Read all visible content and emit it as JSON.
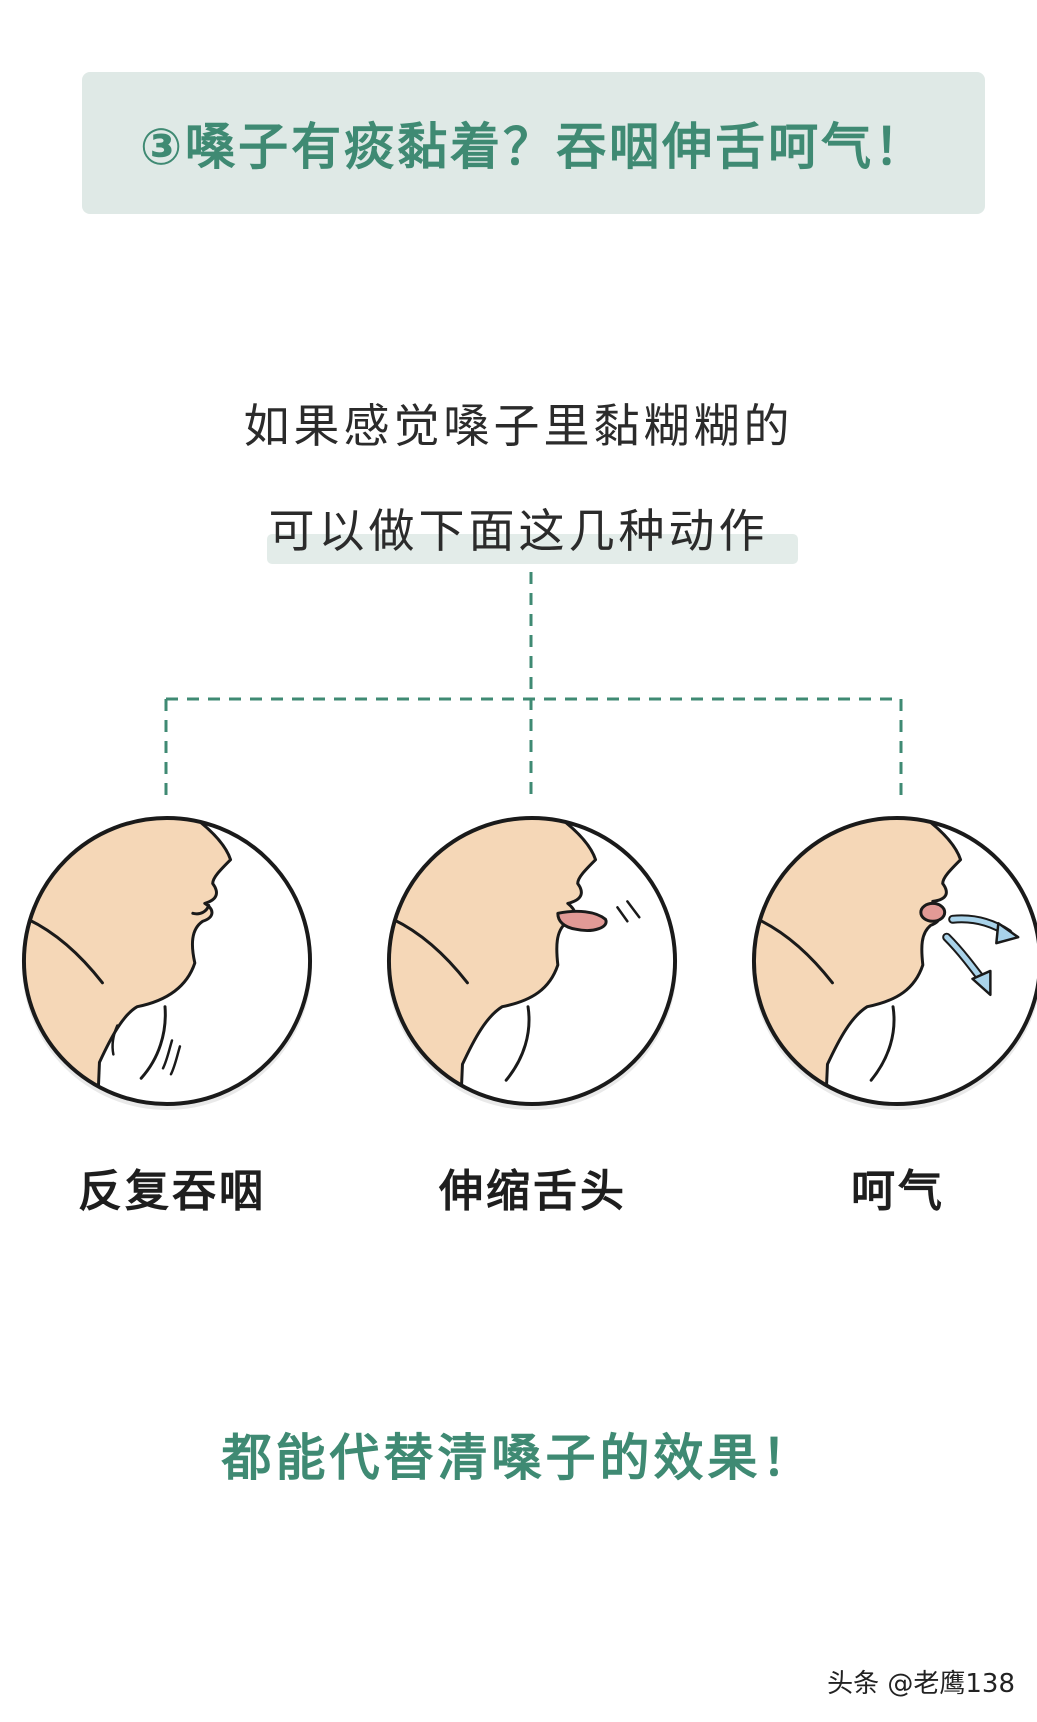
{
  "title": "③嗓子有痰黏着？吞咽伸舌呵气！",
  "intro": {
    "line1": "如果感觉嗓子里黏糊糊的",
    "line2": "可以做下面这几种动作"
  },
  "steps": [
    {
      "label": "反复吞咽",
      "illustration": "swallowing-profile"
    },
    {
      "label": "伸缩舌头",
      "illustration": "tongue-out-profile"
    },
    {
      "label": "呵气",
      "illustration": "exhaling-profile"
    }
  ],
  "conclusion": "都能代替清嗓子的效果！",
  "watermark": "头条 @老鹰138",
  "colors": {
    "accent_green": "#3f8a73",
    "banner_bg": "#dfe9e6",
    "skin": "#f5d7b7",
    "tongue": "#e29a96",
    "breath_arrow": "#a9d3ea"
  }
}
